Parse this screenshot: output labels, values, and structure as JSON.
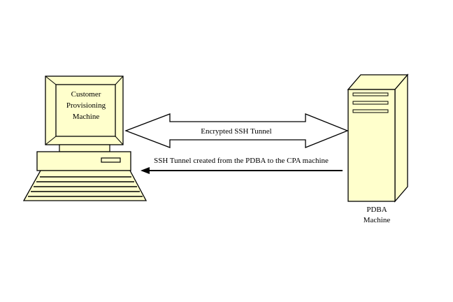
{
  "colors": {
    "background": "#ffffff",
    "fill": "#ffffcc",
    "stroke": "#000000"
  },
  "cpa_machine": {
    "label_lines": [
      "Customer",
      "Provisioning",
      "Machine"
    ]
  },
  "tunnel": {
    "label": "Encrypted SSH Tunnel"
  },
  "creation_arrow": {
    "label": "SSH Tunnel created from the PDBA to the CPA machine"
  },
  "pdba_machine": {
    "label_lines": [
      "PDBA",
      "Machine"
    ]
  }
}
